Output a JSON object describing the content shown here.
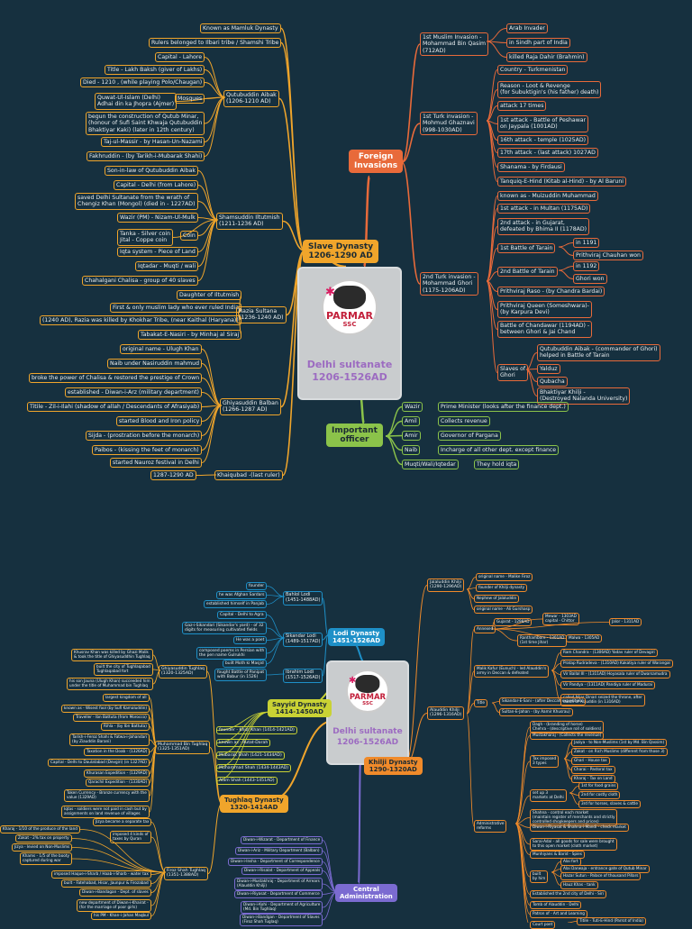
{
  "top_center": {
    "logo_text": "PARMAR",
    "logo_sub": "SSC",
    "title_line1": "Delhi sultanate",
    "title_line2": "1206-1526AD"
  },
  "bottom_center": {
    "logo_text": "PARMAR",
    "logo_sub": "SSC",
    "title_line1": "Delhi sultanate",
    "title_line2": "1206-1526AD"
  },
  "colors": {
    "background": "#16303f",
    "slave": "#f0a52b",
    "foreign": "#e86a3a",
    "officer": "#8bc34a",
    "lodi": "#1e90c8",
    "sayyid": "#c9d234",
    "khilji": "#f08a2a",
    "central": "#7b6bd1"
  },
  "branches": {
    "slave_dynasty": {
      "label": "Slave Dynasty\n1206-1290 AD"
    },
    "foreign_invasions": {
      "label": "Foreign\nInvasions"
    },
    "important_officer": {
      "label": "Important\nofficer"
    },
    "lodi_dynasty": {
      "label": "Lodi Dynasty\n1451-1526AD"
    },
    "sayyid_dynasty": {
      "label": "Sayyid Dynasty\n1414-1450AD"
    },
    "tughlaq_dynasty": {
      "label": "Tughlaq Dynasty\n1320-1414AD"
    },
    "khilji_dynasty": {
      "label": "Khilji Dynasty\n1290-1320AD"
    },
    "central_administration": {
      "label": "Central\nAdministration"
    }
  },
  "slave": {
    "top": [
      "Known as Mamluk Dynasty",
      "Rulers belonged to Ilbari tribe / Shamshi Tribe"
    ],
    "qutubuddin": {
      "name": "Qutubuddin Aibak\n(1206-1210 AD)",
      "items": [
        "Capital - Lahore",
        "Title - Lakh Baksh (giver of Lakhs)",
        "Died - 1210 , (while playing Polo/Chaugan)",
        "Mosques",
        "begun the construction of Qutub Minar,\n(honour of Sufi Saint Khwaja Qutubuddin\nBhaktiyar Kaki) (later in 12th century)",
        "Taj-ul-Massir - by Hasan-Un-Nazami",
        "Fakhruddin - (by Tarikh-i-Mubarak Shahi)"
      ],
      "mosques": "Quwat-Ul-Islam (Delhi)\nAdhai din ka Jhopra (Ajmer)"
    },
    "iltutmish": {
      "name": "Shamsuddin Iltutmish\n(1211-1236 AD)",
      "items": [
        "Son-in-law of Qutubuddin Aibak",
        "Capital - Delhi (from Lahore)",
        "saved Delhi Sultanate from the wrath of\nChengiz Khan (Mongol) (died in - 1227AD)",
        "Wazir (PM) - Nizam-Ul-Mulk",
        "Coin",
        "Iqta system - Piece of Land",
        "Iqtadar - Muqti / wali",
        "Chahalgani Chalisa - group of 40 slaves"
      ],
      "coin": "Tanka - Silver coin\nJital - Coppe coin"
    },
    "razia": {
      "name": "Razia Sultana\n(1236-1240 AD)",
      "items": [
        "Daughter of Iltutmish",
        "First & only muslim lady who ever ruled India",
        "(1240 AD), Razia was killed by Khokhar Tribe, (near Kaithal (Haryana))",
        "Tabakat-E-Nasiri - by Minhaj al Siraj"
      ]
    },
    "balban": {
      "name": "Ghiyasuddin Balban\n(1266-1287 AD)",
      "items": [
        "original name - Ulugh Khan",
        "Naib under Nasiruddin mahmud",
        "broke the power of Chalisa & restored the prestige of Crown",
        "established - Diwan-i-Arz (military department)",
        "Titile - Zil-i-Ilahi (shadow of allah / Descendants of Afrasiyab)",
        "started Blood and Iron policy",
        "Sijda - (prostration before the monarch)",
        "Paibos - (kissing the feet of monarch)",
        "started Nauroz festival in Delhi"
      ]
    },
    "khaiqubad": {
      "name": "Khaiqubad -(last ruler)",
      "year": "1287-1290 AD"
    }
  },
  "foreign": {
    "first": {
      "name": "1st Muslim Invasion -\nMohammad Bin Qasim\n(712AD)",
      "items": [
        "Arab Invader",
        "in Sindh part of India",
        "killed Raja Dahir (Brahmin)"
      ]
    },
    "first_turk": {
      "name": "1st Turk invasion -\nMohmud Ghaznavi\n(998-1030AD)",
      "items": [
        "Country - Turkmenistan",
        "Reason - Loot & Revenge\n(for Subuktigin's (his father) death)",
        "attack 17 times",
        "1st attack - Battle of Peshawar\non Jaypala (1001AD)",
        "16th attack - temple (1025AD)",
        "17th attack - (last attack) 1027AD",
        "Shanama - by Firdausi",
        "Tanquiq-E-Hind (Kitab al-Hind) - by Al Baruni"
      ]
    },
    "second_turk": {
      "name": "2nd Turk invasion -\nMohammad Ghori\n(1175-1206AD)",
      "items": [
        "known as - Muizuddin Muhammad",
        "1st attack - in Multan (1175AD)",
        "2nd attack - in Gujarat,\ndefeated by Bhima II (1178AD)",
        "1st Battle of Tarain",
        "2nd Battle of Tarain",
        "Prithviraj Raso - (by Chandra Bardai)",
        "Prithviraj Queen (Someshwara)-\n(by Karpura Devi)",
        "Battle of Chandawar (1194AD) -\nbetween Ghori & Jai Chand",
        "Slaves of\nGhori"
      ],
      "tarain1": [
        "in 1191",
        "Prithviraj Chauhan won"
      ],
      "tarain2": [
        "in 1192",
        "Ghori won"
      ],
      "slaves": [
        "Qutubuddin Aibak - (commander of Ghori)\nhelped in Battle of Tarain",
        "Yalduz",
        "Qubacha",
        "Bhaktiyar Khilji -\n(Destroyed Nalanda University)"
      ]
    }
  },
  "officers": [
    {
      "role": "Wazir",
      "desc": "Prime Minister (looks after the finance dept.)"
    },
    {
      "role": "Amil",
      "desc": "Collects revenue"
    },
    {
      "role": "Amir",
      "desc": "Governor of Pargana"
    },
    {
      "role": "Naib",
      "desc": "Incharge of all other dept. except finance"
    },
    {
      "role": "Muqti/Wali/Iqtedar",
      "desc": "They hold iqta"
    }
  ],
  "lodi": {
    "bahlol": {
      "name": "Bahlol Lodi\n(1451-1488AD)",
      "items": [
        "founder",
        "he was Afghan Sardars",
        "established himself in Panjab"
      ]
    },
    "sikandar": {
      "name": "Sikandar Lodi\n(1489-1517AD)",
      "items": [
        "Capital - Delhi to Agra",
        "Gaz-i-Sikandari (Sikandar's yard) - of 32\ndigits for measuring cultivated fields",
        "He was a poet",
        "composed poems in Persian with\nthe pen name Gulrukhi",
        "built Moth ki Masjid"
      ]
    },
    "ibrahim": {
      "name": "Ibrahim Lodi\n(1517-1526AD)",
      "items": [
        "fought Battle of Panipat\nwith Babur (in 1526)"
      ]
    }
  },
  "sayyid": {
    "items": [
      "founder - Khizr Khan (1414-1421AD)",
      "known as - Rutat-Darah",
      "Mubarak Shah (1421-1434AD)",
      "Muhammad Shah (1434-1443AD)",
      "Alam Shah (1443-1451AD)"
    ]
  },
  "tughlaq": {
    "ghiyasuddin": {
      "name": "Ghiyasuddin Tughlaq\n(1320-1325AD)",
      "items": [
        "Khusrav Khan was killed by Ghazi Malik\n& took the title of Ghiyasuddhin Tughlaq",
        "built the city of Tughlaqabad\nTughlaqabad fort",
        "his son Jauna (Ulugh Khan) succeeded him\nunder the title of Muhammad bin Tughlaq"
      ]
    },
    "muhammad": {
      "name": "Muhammad Bin Tughlaq\n(1325-1351AD)",
      "items": [
        "largest kingdom of all",
        "known as - Wisest fool (by Sufi Kamaluddin)",
        "Traveller - Ibn Battuta (from Morocco)",
        "Rihla - (by Ibn Battuta)",
        "Tarikh-i-Feroz Shahi & Fatwa-i-Jahandari\n(by Ziauddin Barani)",
        "Taxation in the Doab - (1326AD)",
        "Capital - Delhi to Daulatabad (Devgiri) (in 1327AD)",
        "Khurasan Expedition - (1329AD)",
        "Qarachil Expedition - (1330AD)",
        "Token Currency - Bronze currency with the\nvalue (1329AD)",
        "Iqtas - soldiers were not paid in cash but by\nassignments on land revenue of villages"
      ]
    },
    "firoz": {
      "name": "Firoz Shah Tughlaq\n(1351-1388AD)",
      "items": [
        "Jizya became a separate tax",
        "imposed 4 kinds of\ntaxes by Quran",
        "Kharaj - 1/10 of the produce of the land",
        "Zakat - 2% tax on property",
        "Jizya - levied on Non-Muslims",
        "Khams - 1/5 of the booty\ncaptured during war",
        "imposed Haque-i-Sharb / Haab-i-Sharb - water tax",
        "built - Fatehabad, Hisar, Jaunpur & Firozabad",
        "Diwan-i-Bandagan - Dept. of slaves",
        "new department of Diwan-i-Khairat -\n(for the marriage of poor girls)",
        "his PM - Khan-i-Jahan Maqbul"
      ]
    }
  },
  "khilji": {
    "jalaluddin": {
      "name": "Jalaluddin Khilji\n(1290-1296AD)",
      "items": [
        "original name - Malike Firoz",
        "founder of Khilji dynasty",
        "Nephew of Jalaluddin",
        "original name - Ali Gurshasp"
      ]
    },
    "alauddin": {
      "name": "Alauddin Khilji\n(1296-1316AD)",
      "items": [
        "Annexed",
        "Malik Kafur (Eunuch) - led Alauddin's\narmy in Deccan & defeated",
        "Title",
        "Administrative\nreforms"
      ]
    },
    "annexed": [
      "Gujarat - 1298AD",
      "Mewar - 1303AD\ncapital - Chittor",
      "Jalor - 1311AD",
      "Ranthambore - 1301AD\n(1st time Jihar)",
      "Malwa - 1305AD"
    ],
    "kafur": [
      "Ram Chandra - (1306AD) Yadav ruler of Devagiri",
      "Pratap Rudradeva - (1310AD) Kakatiya ruler of Warangal",
      "Vir Ballal III - (1311AD) Hoyasala ruler of Dwarsamudra",
      "Vir Pandya - (1311AD) Pandiya ruler of Madurai",
      "called Nijar Dinari seized the throne, after\ndeath of Alauddin (in 1316AD)"
    ],
    "title": [
      "Sikandar-E-Sani - (after Deccan expedition)",
      "Sultan-E-Jahan - (by Aamir Khusrau)"
    ],
    "reforms": [
      "Dagh - (branding of horse)\nChehra - (descriptive roll of soldiers)",
      "Mustakharaj - (Collects the revenue)",
      "Tax imposed\n3 types",
      "set up 3\nmarkets at Delhi",
      "Shahna - control each market\n(maintain register of merchants and strictly\ncontrolled shopkeepers and prices)",
      "Diwan-i-Riyasat & Shahna-i-Mandi - check market",
      "Sarai-Adal - all goods for sale were brought\nto this open market (cloth market)",
      "Munhiyans & Barid - Spies",
      "built\nby him",
      "Established the 2nd city of Delhi - Siri",
      "Tomb of Alauddin - Delhi",
      "Patron of - Art and Learning",
      "Court poet"
    ],
    "taxes": [
      "Jaziya - to Non-Muslims (1st by Md. Bin Qassim)",
      "Zakat - on Rich Muslims (different from those 3)",
      "Ghari - House tax",
      "Charai - Pastoral tax",
      "Kharaj - Tax on Land"
    ],
    "markets": [
      "1st for food grains",
      "2nd for costly cloth",
      "3rd for horses, slaves & cattle"
    ],
    "built": [
      "Alai fort",
      "Alai Darwaja - entrance gate of Qutub Minar",
      "Hazar Sutun - Palace of thousand Pillars",
      "Hauz Khas - tank"
    ],
    "poet": "Titile - Tuti-E-Hind (Parrot of India)"
  },
  "central": {
    "items": [
      "Diwan-i-Wizarat - Department of Finance",
      "Diwan-i-Ariz - Military Department (Balban)",
      "Diwan-i-Insha - Department of Correspondence",
      "Diwan-i-Risalat - Department of Appeals",
      "Diwan-i-Mustakhraj - Department of Arrears\n(Alauddin Khilji)",
      "Diwan-i-Riyasat - Department of Commerce",
      "Diwan-i-Kohi - Department of Agriculture\n(Md. Bin Tughlaq)",
      "Diwan-i-Bandgan - Department of Slaves\n(Firoz Shah Tuglaq)"
    ]
  }
}
